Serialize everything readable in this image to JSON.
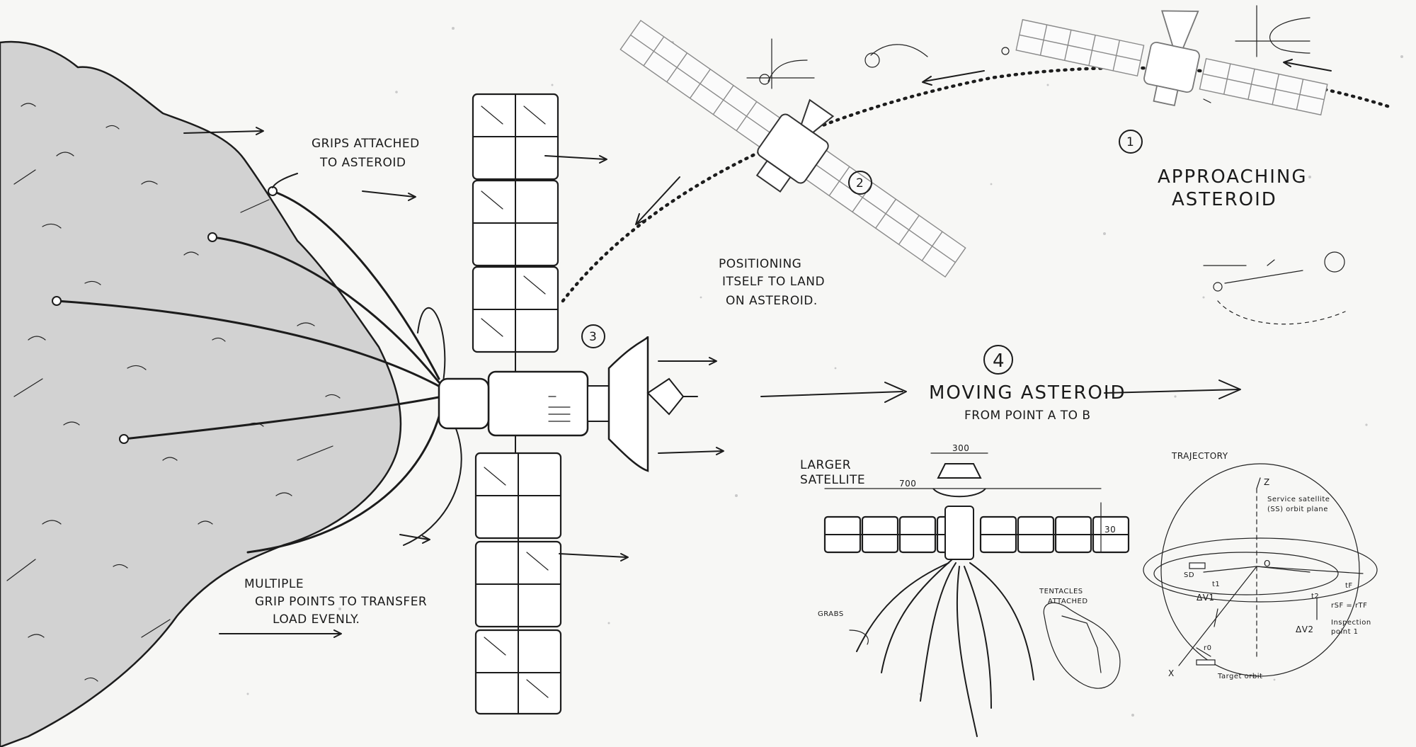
{
  "labels": {
    "grips_attached": [
      "GRIPS ATTACHED",
      "TO ASTEROID"
    ],
    "multiple_grip": [
      "MULTIPLE",
      "GRIP POINTS TO TRANSFER",
      "LOAD EVENLY."
    ],
    "positioning": [
      "POSITIONING",
      "ITSELF TO LAND",
      "ON ASTEROID."
    ],
    "approaching": [
      "APPROACHING",
      "ASTEROID"
    ],
    "moving": "MOVING ASTEROID",
    "moving_sub": "FROM POINT A TO B",
    "larger_satellite": [
      "LARGER",
      "SATELLITE"
    ],
    "tentacles_attached": [
      "TENTACLES",
      "ATTACHED"
    ],
    "trajectory": "TRAJECTORY",
    "grabs": "GRABS",
    "dim_top": "300",
    "dim_width": "700",
    "dim_side": "30"
  },
  "steps": {
    "s1": "1",
    "s2": "2",
    "s3": "3",
    "s4": "4"
  },
  "trajectory_diagram": {
    "z_axis": "Z",
    "x_axis": "X",
    "origin": "O",
    "service_note": [
      "Service satellite",
      "(SS) orbit plane"
    ],
    "dv1": "ΔV1",
    "dv2": "ΔV2",
    "t1": "t1",
    "t2": "t2",
    "t_f": "tF",
    "r_sd": "SD",
    "r_sf": "rSF = rTF",
    "r_0": "r0",
    "inspection": [
      "Inspection",
      "point 1"
    ],
    "target_orbit": "Target orbit"
  }
}
